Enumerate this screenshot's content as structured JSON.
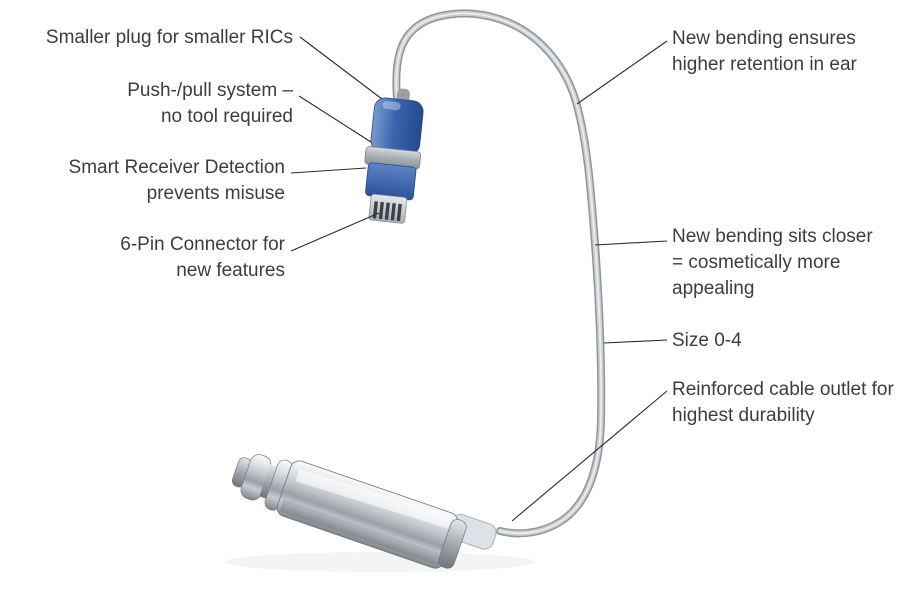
{
  "labels_left": [
    {
      "id": "smaller-plug",
      "text": "Smaller plug for smaller RICs"
    },
    {
      "id": "push-pull-system",
      "text": "Push-/pull system –\nno tool required"
    },
    {
      "id": "smart-receiver-detection",
      "text": "Smart Receiver Detection\nprevents misuse"
    },
    {
      "id": "six-pin-connector",
      "text": "6-Pin Connector for\nnew features"
    }
  ],
  "labels_right": [
    {
      "id": "new-bending-retention",
      "text": "New bending ensures\nhigher retention in ear"
    },
    {
      "id": "new-bending-closer",
      "text": "New bending sits closer\n= cosmetically more\nappealing"
    },
    {
      "id": "size-0-4",
      "text": "Size 0-4"
    },
    {
      "id": "reinforced-outlet",
      "text": "Reinforced cable outlet for\nhighest durability"
    }
  ],
  "colors": {
    "background": "#ffffff",
    "text": "#3d3d3d",
    "leader_line": "#2b2b2b",
    "plug_blue": "#3a64ad",
    "plug_ring_grey": "#9aa1a8",
    "connector_silver": "#c9ccd0",
    "cable_grey": "#b9bdc1",
    "chrome_light": "#f1f2f3",
    "chrome_dark": "#7e858b"
  }
}
